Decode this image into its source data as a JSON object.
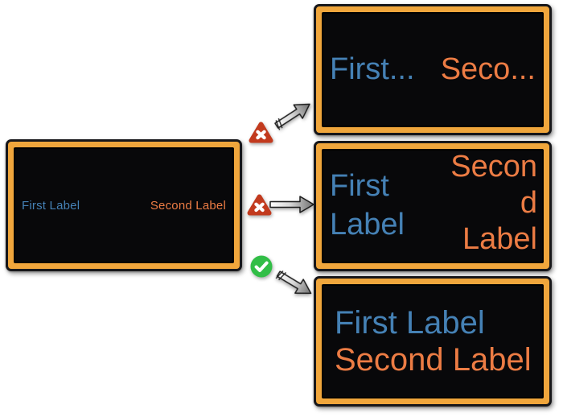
{
  "diagram": {
    "source_panel": {
      "first_label": "First Label",
      "second_label": "Second Label"
    },
    "results": {
      "truncated": {
        "first_label": "First...",
        "second_label": "Seco..."
      },
      "wrapped": {
        "first_lines": [
          "First",
          "Label"
        ],
        "second_lines": [
          "Secon",
          "d",
          "Label"
        ]
      },
      "stacked": {
        "first_label": "First Label",
        "second_label": "Second Label"
      }
    },
    "verdicts": [
      {
        "target": "truncated",
        "status": "fail",
        "icon": "x-triangle-icon"
      },
      {
        "target": "wrapped",
        "status": "fail",
        "icon": "x-triangle-icon"
      },
      {
        "target": "stacked",
        "status": "pass",
        "icon": "check-circle-icon"
      }
    ],
    "colors": {
      "first_label_blue": "#4581B5",
      "second_label_orange": "#EC7C44",
      "panel_border_amber": "#F0A63C",
      "panel_background": "#08080A",
      "fail_red": "#C53A1E",
      "pass_green": "#32BE47",
      "arrow_gray_light": "#FBFBFB",
      "arrow_gray_dark": "#6E6E6E"
    }
  }
}
